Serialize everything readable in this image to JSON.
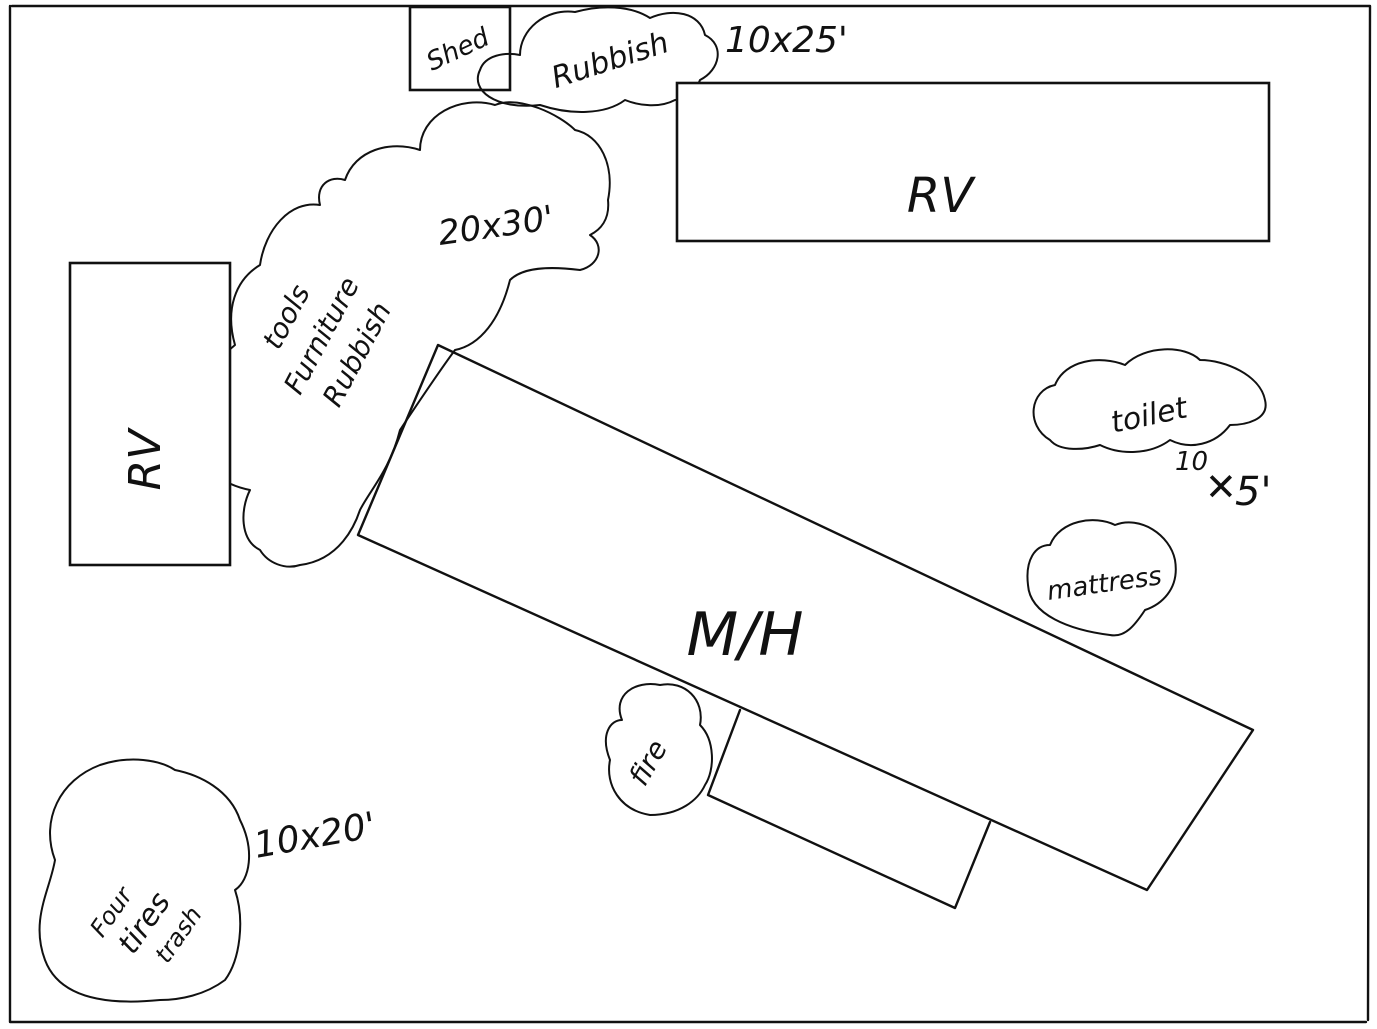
{
  "labels": {
    "shed": "Shed",
    "rubbish_top": "Rubbish",
    "rubbish_top_size": "10x25'",
    "rv_top": "RV",
    "pile_center_size": "20x30'",
    "pile_center_line1": "tools",
    "pile_center_line2": "Furniture",
    "pile_center_line3": "Rubbish",
    "rv_left": "RV",
    "toilet": "toilet",
    "toilet_size_a": "10",
    "toilet_size_b": "5'",
    "mattress": "mattress",
    "mobile_home": "M/H",
    "fire": "fire",
    "pile_bottom_size": "10x20'",
    "pile_bottom_line1": "Four",
    "pile_bottom_line2": "tires",
    "pile_bottom_line3": "trash"
  }
}
